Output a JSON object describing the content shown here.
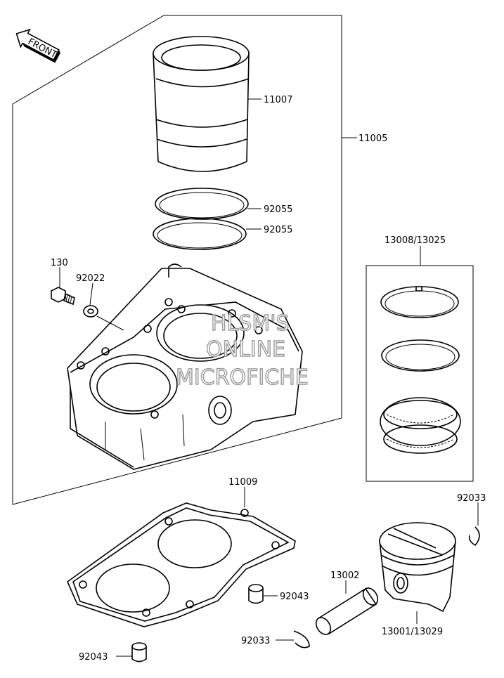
{
  "front_badge": "FRONT",
  "labels": {
    "l11007": "11007",
    "l11005": "11005",
    "l92055a": "92055",
    "l92055b": "92055",
    "l13008": "13008/13025",
    "l130": "130",
    "l92022": "92022",
    "l11009": "11009",
    "l92033a": "92033",
    "l13002": "13002",
    "l92043a": "92043",
    "l92033b": "92033",
    "l13001": "13001/13029",
    "l92043b": "92043"
  },
  "watermark": {
    "line1": "HLSM'S",
    "line2": "ONLINE",
    "line3": "MICROFICHE"
  }
}
